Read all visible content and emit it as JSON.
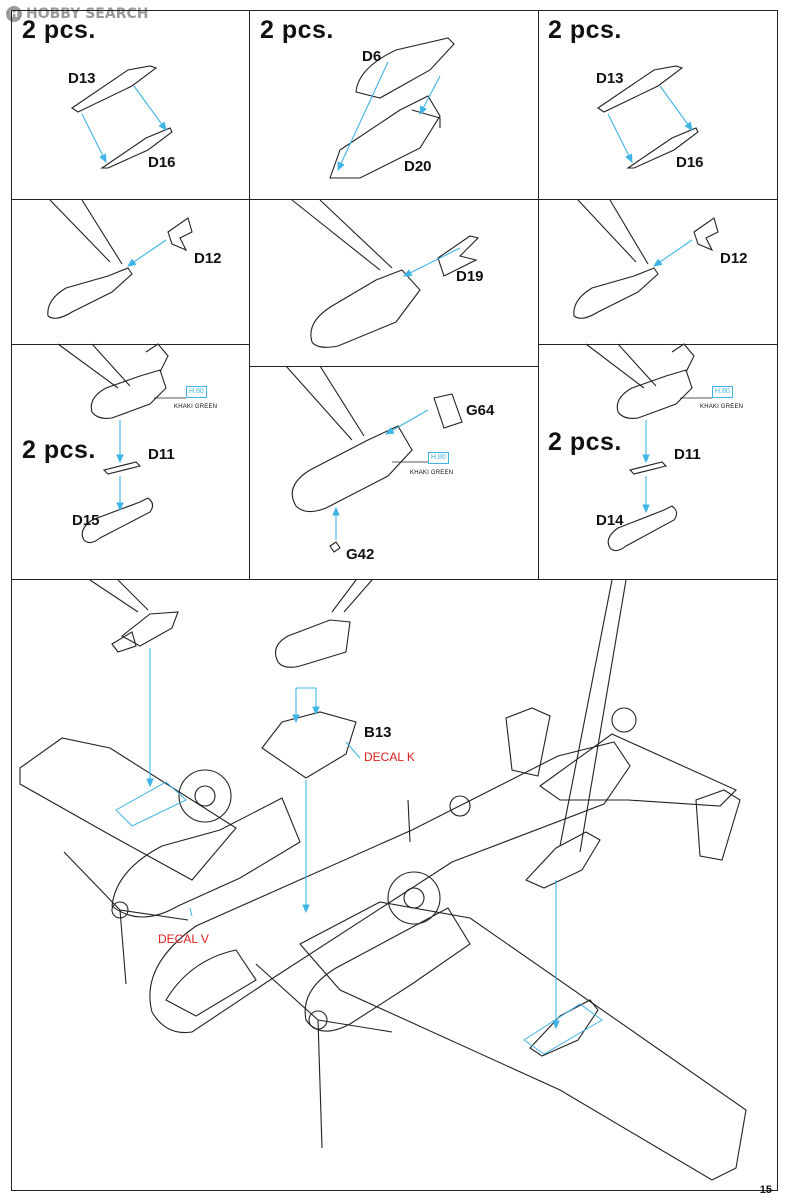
{
  "watermark": {
    "logo": "H",
    "text": "HOBBY SEARCH"
  },
  "qty_label": "2 pcs.",
  "parts": {
    "d13_left": "D13",
    "d16_left": "D16",
    "d6": "D6",
    "d20": "D20",
    "d13_right": "D13",
    "d16_right": "D16",
    "d12_left": "D12",
    "d19": "D19",
    "d12_right": "D12",
    "d11_left": "D11",
    "d15": "D15",
    "g64": "G64",
    "g42": "G42",
    "d11_right": "D11",
    "d14": "D14",
    "b13": "B13"
  },
  "paint_code": "H.80",
  "paint_name": "KHAKI GREEN",
  "decals": {
    "k": "DECAL K",
    "v": "DECAL V"
  },
  "page_number": "15",
  "colors": {
    "arrow": "#3fb4e6",
    "decal": "#e0201e",
    "line": "#222222"
  }
}
